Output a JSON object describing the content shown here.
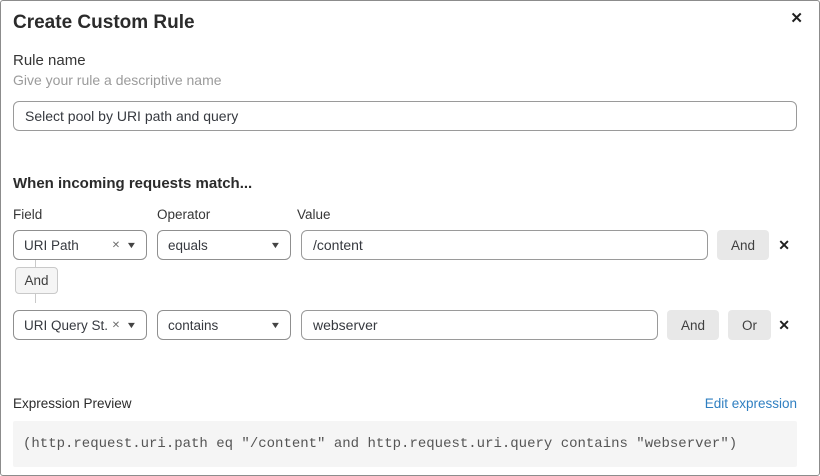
{
  "modal": {
    "title": "Create Custom Rule"
  },
  "icons": {
    "close": "✕",
    "clear": "✕",
    "caret": "▼",
    "delete": "✕"
  },
  "rule_name": {
    "label": "Rule name",
    "helper": "Give your rule a descriptive name",
    "value": "Select pool by URI path and query"
  },
  "match": {
    "heading": "When incoming requests match...",
    "columns": {
      "field": "Field",
      "operator": "Operator",
      "value": "Value"
    },
    "connector_label": "And",
    "rows": [
      {
        "field": "URI Path",
        "operator": "equals",
        "value": "/content",
        "and_label": "And"
      },
      {
        "field": "URI Query St...",
        "operator": "contains",
        "value": "webserver",
        "and_label": "And",
        "or_label": "Or"
      }
    ]
  },
  "expression": {
    "label": "Expression Preview",
    "edit_link": "Edit expression",
    "code": "(http.request.uri.path eq \"/content\" and http.request.uri.query contains \"webserver\")"
  },
  "colors": {
    "link_blue": "#2f7fc1",
    "button_gray": "#e8e8e8",
    "code_bg": "#f5f5f5",
    "border_gray": "#9a9a9a"
  }
}
